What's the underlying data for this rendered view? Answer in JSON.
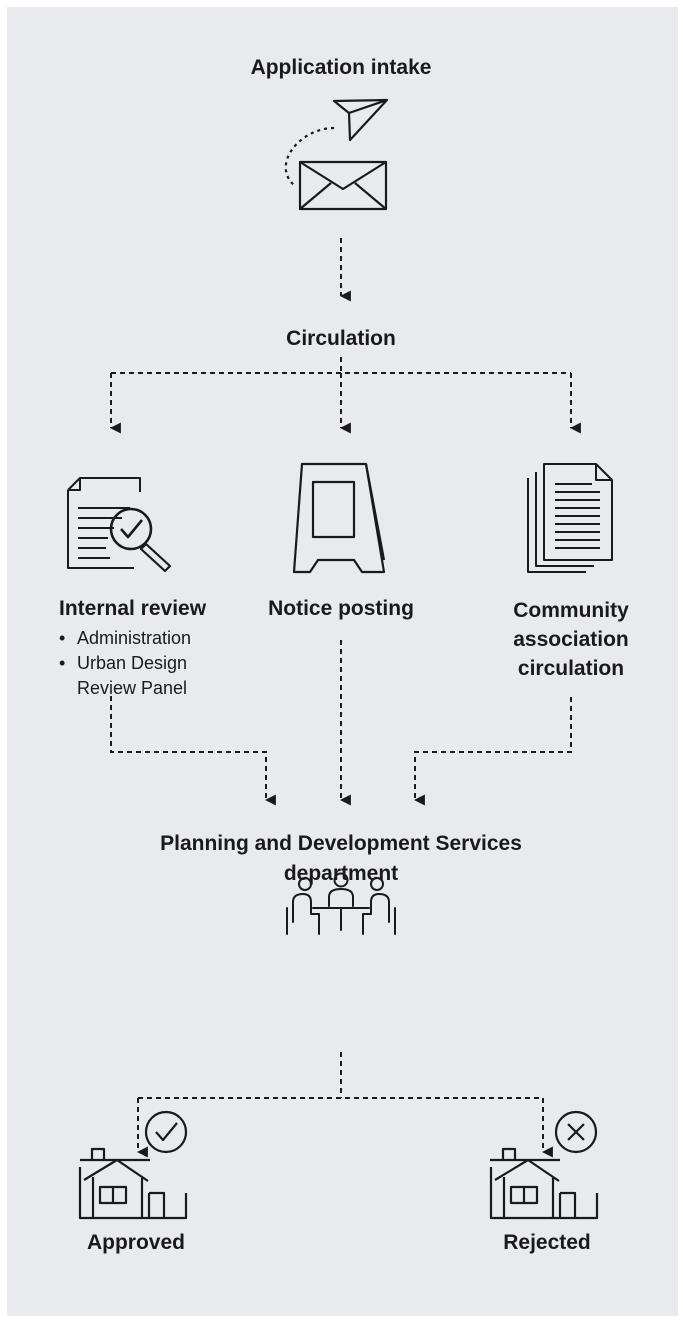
{
  "nodes": {
    "intake": {
      "label": "Application intake",
      "icon": "paper-plane-envelope-icon"
    },
    "circulation": {
      "label": "Circulation"
    },
    "internal_review": {
      "label": "Internal review",
      "icon": "document-magnifier-check-icon",
      "items": [
        "Administration",
        "Urban Design Review Panel"
      ]
    },
    "notice_posting": {
      "label": "Notice posting",
      "icon": "sandwich-board-sign-icon"
    },
    "community": {
      "label": "Community association circulation",
      "icon": "stacked-documents-icon"
    },
    "department": {
      "label": "Planning and Development Services department",
      "icon": "meeting-table-people-icon"
    },
    "approved": {
      "label": "Approved",
      "icon": "house-checkmark-icon"
    },
    "rejected": {
      "label": "Rejected",
      "icon": "house-x-icon"
    }
  },
  "edges": [
    {
      "from": "Application intake",
      "to": "Circulation"
    },
    {
      "from": "Circulation",
      "to": "Internal review"
    },
    {
      "from": "Circulation",
      "to": "Notice posting"
    },
    {
      "from": "Circulation",
      "to": "Community association circulation"
    },
    {
      "from": "Internal review",
      "to": "Planning and Development Services department"
    },
    {
      "from": "Notice posting",
      "to": "Planning and Development Services department"
    },
    {
      "from": "Community association circulation",
      "to": "Planning and Development Services department"
    },
    {
      "from": "Planning and Development Services department",
      "to": "Approved"
    },
    {
      "from": "Planning and Development Services department",
      "to": "Rejected"
    }
  ],
  "colors": {
    "background": "#e8eaed",
    "ink": "#1a1a1a"
  },
  "line_style": "dashed"
}
